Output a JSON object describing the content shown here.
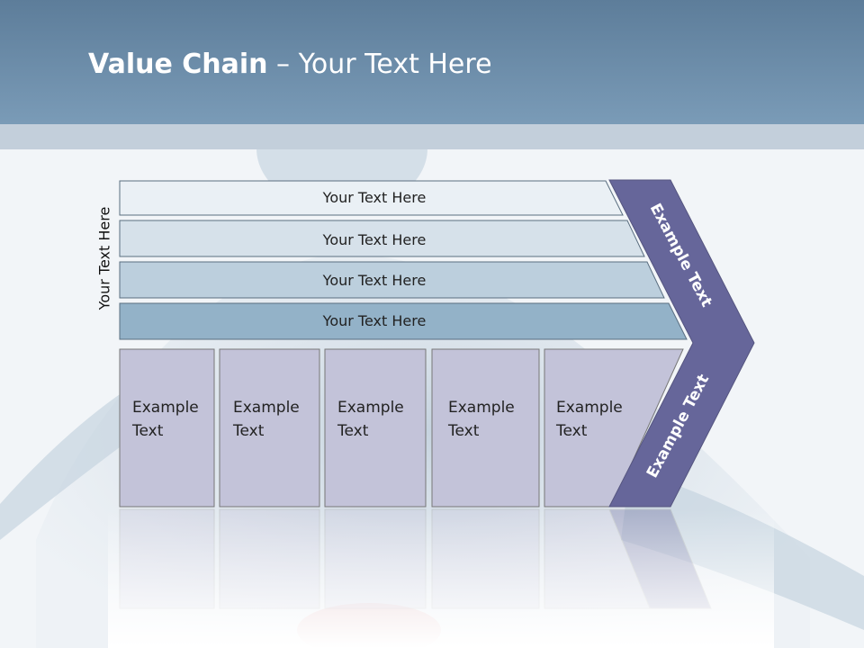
{
  "header": {
    "title_bold": "Value Chain",
    "title_rest": " – Your Text Here"
  },
  "side_label": "Your Text Here",
  "support_rows": [
    {
      "label": "Your Text Here",
      "color": "#eaf0f5"
    },
    {
      "label": "Your Text Here",
      "color": "#d6e1ea"
    },
    {
      "label": "Your Text Here",
      "color": "#bccfdd"
    },
    {
      "label": "Your Text Here",
      "color": "#93b2c8"
    }
  ],
  "primary_boxes": [
    {
      "line1": "Example",
      "line2": "Text"
    },
    {
      "line1": "Example",
      "line2": "Text"
    },
    {
      "line1": "Example",
      "line2": "Text"
    },
    {
      "line1": "Example",
      "line2": "Text"
    },
    {
      "line1": "Example",
      "line2": "Text"
    }
  ],
  "arrow": {
    "top_label": "Example Text",
    "bottom_label": "Example Text",
    "color": "#66669a"
  },
  "colors": {
    "box_fill": "#c3c3d9",
    "header": "#6d8eab"
  }
}
